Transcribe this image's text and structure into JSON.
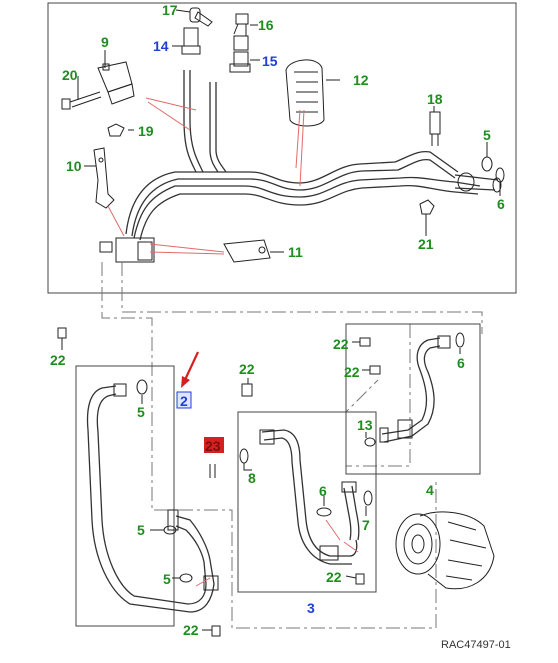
{
  "callouts": {
    "c17": "17",
    "c16": "16",
    "c14": "14",
    "c15": "15",
    "c9": "9",
    "c20": "20",
    "c12": "12",
    "c18": "18",
    "c5a": "5",
    "c19": "19",
    "c10": "10",
    "c6a": "6",
    "c21": "21",
    "c11": "11",
    "c22a": "22",
    "c2": "2",
    "c5b": "5",
    "c22b": "22",
    "c23": "23",
    "c8": "8",
    "c22c": "22",
    "c22d": "22",
    "c6b": "6",
    "c13": "13",
    "c4": "4",
    "c5c": "5",
    "c5d": "5",
    "c6c": "6",
    "c7": "7",
    "c22e": "22",
    "c3": "3",
    "c22f": "22"
  },
  "footer": {
    "code": "RAC47497-01"
  },
  "colors": {
    "label_green": "#218c21",
    "label_blue": "#1f3fd6",
    "highlight_red": "#d62020",
    "leader_red": "#e36a6a"
  }
}
